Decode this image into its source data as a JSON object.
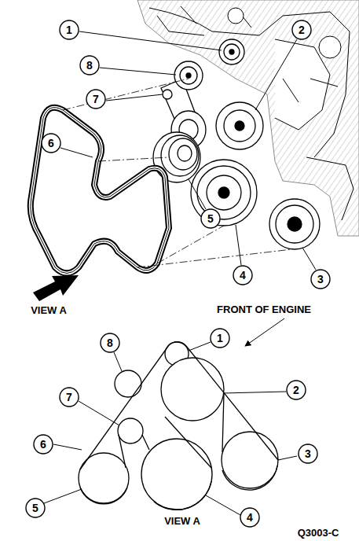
{
  "diagram": {
    "nodes": [
      {
        "text": [
          "1"
        ]
      },
      {
        "text": [
          "2"
        ]
      },
      {
        "text": [
          "8"
        ]
      },
      {
        "text": [
          "7"
        ]
      },
      {
        "text": [
          "6"
        ]
      },
      {
        "text": [
          "5"
        ]
      },
      {
        "text": [
          "4"
        ]
      },
      {
        "text": [
          "3"
        ]
      },
      {
        "text": [
          "8"
        ]
      },
      {
        "text": [
          "1"
        ]
      },
      {
        "text": [
          "7"
        ]
      },
      {
        "text": [
          "2"
        ]
      },
      {
        "text": [
          "6"
        ]
      },
      {
        "text": [
          "3"
        ]
      },
      {
        "text": [
          "5"
        ]
      },
      {
        "text": [
          "4"
        ]
      }
    ],
    "labels": [
      "VIEW A",
      "FRONT OF ENGINE",
      "VIEW A",
      "Q3003-C"
    ]
  }
}
